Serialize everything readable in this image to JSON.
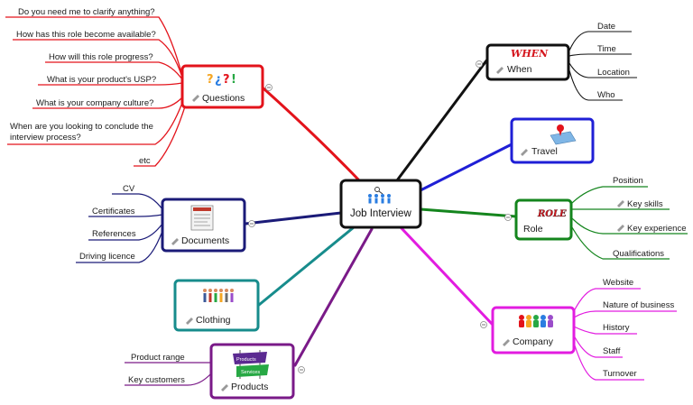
{
  "central": {
    "label": "Job Interview",
    "icon": "people-with-magnifier-icon"
  },
  "branches": {
    "questions": {
      "label": "Questions",
      "color": "#e3131b",
      "icon": "question-marks-icon",
      "items": [
        "Do you need me to clarify anything?",
        "How has this role become available?",
        "How will this role progress?",
        "What is your product's USP?",
        "What is your company culture?",
        [
          "When are you looking to conclude the",
          "interview process?"
        ],
        "etc"
      ]
    },
    "when": {
      "label": "When",
      "color": "#111111",
      "icon_text": "WHEN",
      "items": [
        "Date",
        "Time",
        "Location",
        "Who"
      ]
    },
    "travel": {
      "label": "Travel",
      "color": "#1f1fd6",
      "icon": "map-pin-icon"
    },
    "role": {
      "label": "Role",
      "color": "#14851d",
      "icon_text": "ROLE",
      "items": [
        "Position",
        "Key skills",
        "Key experience",
        "Qualifications"
      ]
    },
    "company": {
      "label": "Company",
      "color": "#e21ce0",
      "icon": "people-group-icon",
      "items": [
        "Website",
        "Nature of business",
        "History",
        "Staff",
        "Turnover"
      ]
    },
    "documents": {
      "label": "Documents",
      "color": "#1b1b78",
      "icon": "document-icon",
      "items": [
        "CV",
        "Certificates",
        "References",
        "Driving licence"
      ]
    },
    "clothing": {
      "label": "Clothing",
      "color": "#178c8c",
      "icon": "people-row-icon"
    },
    "products": {
      "label": "Products",
      "color": "#7a1a88",
      "icon": "product-signs-icon",
      "sign_top": "Products",
      "sign_bottom": "Services",
      "items": [
        "Product range",
        "Key customers"
      ]
    }
  }
}
